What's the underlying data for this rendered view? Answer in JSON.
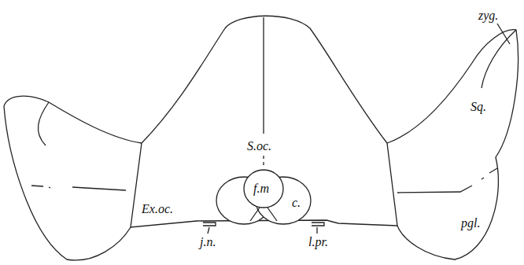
{
  "diagram": {
    "labels": [
      "zyg.",
      "S.oc.",
      "Sq.",
      "f.m",
      "c.",
      "Ex.oc.",
      "j.n.",
      "l.pr.",
      "pgl."
    ]
  }
}
